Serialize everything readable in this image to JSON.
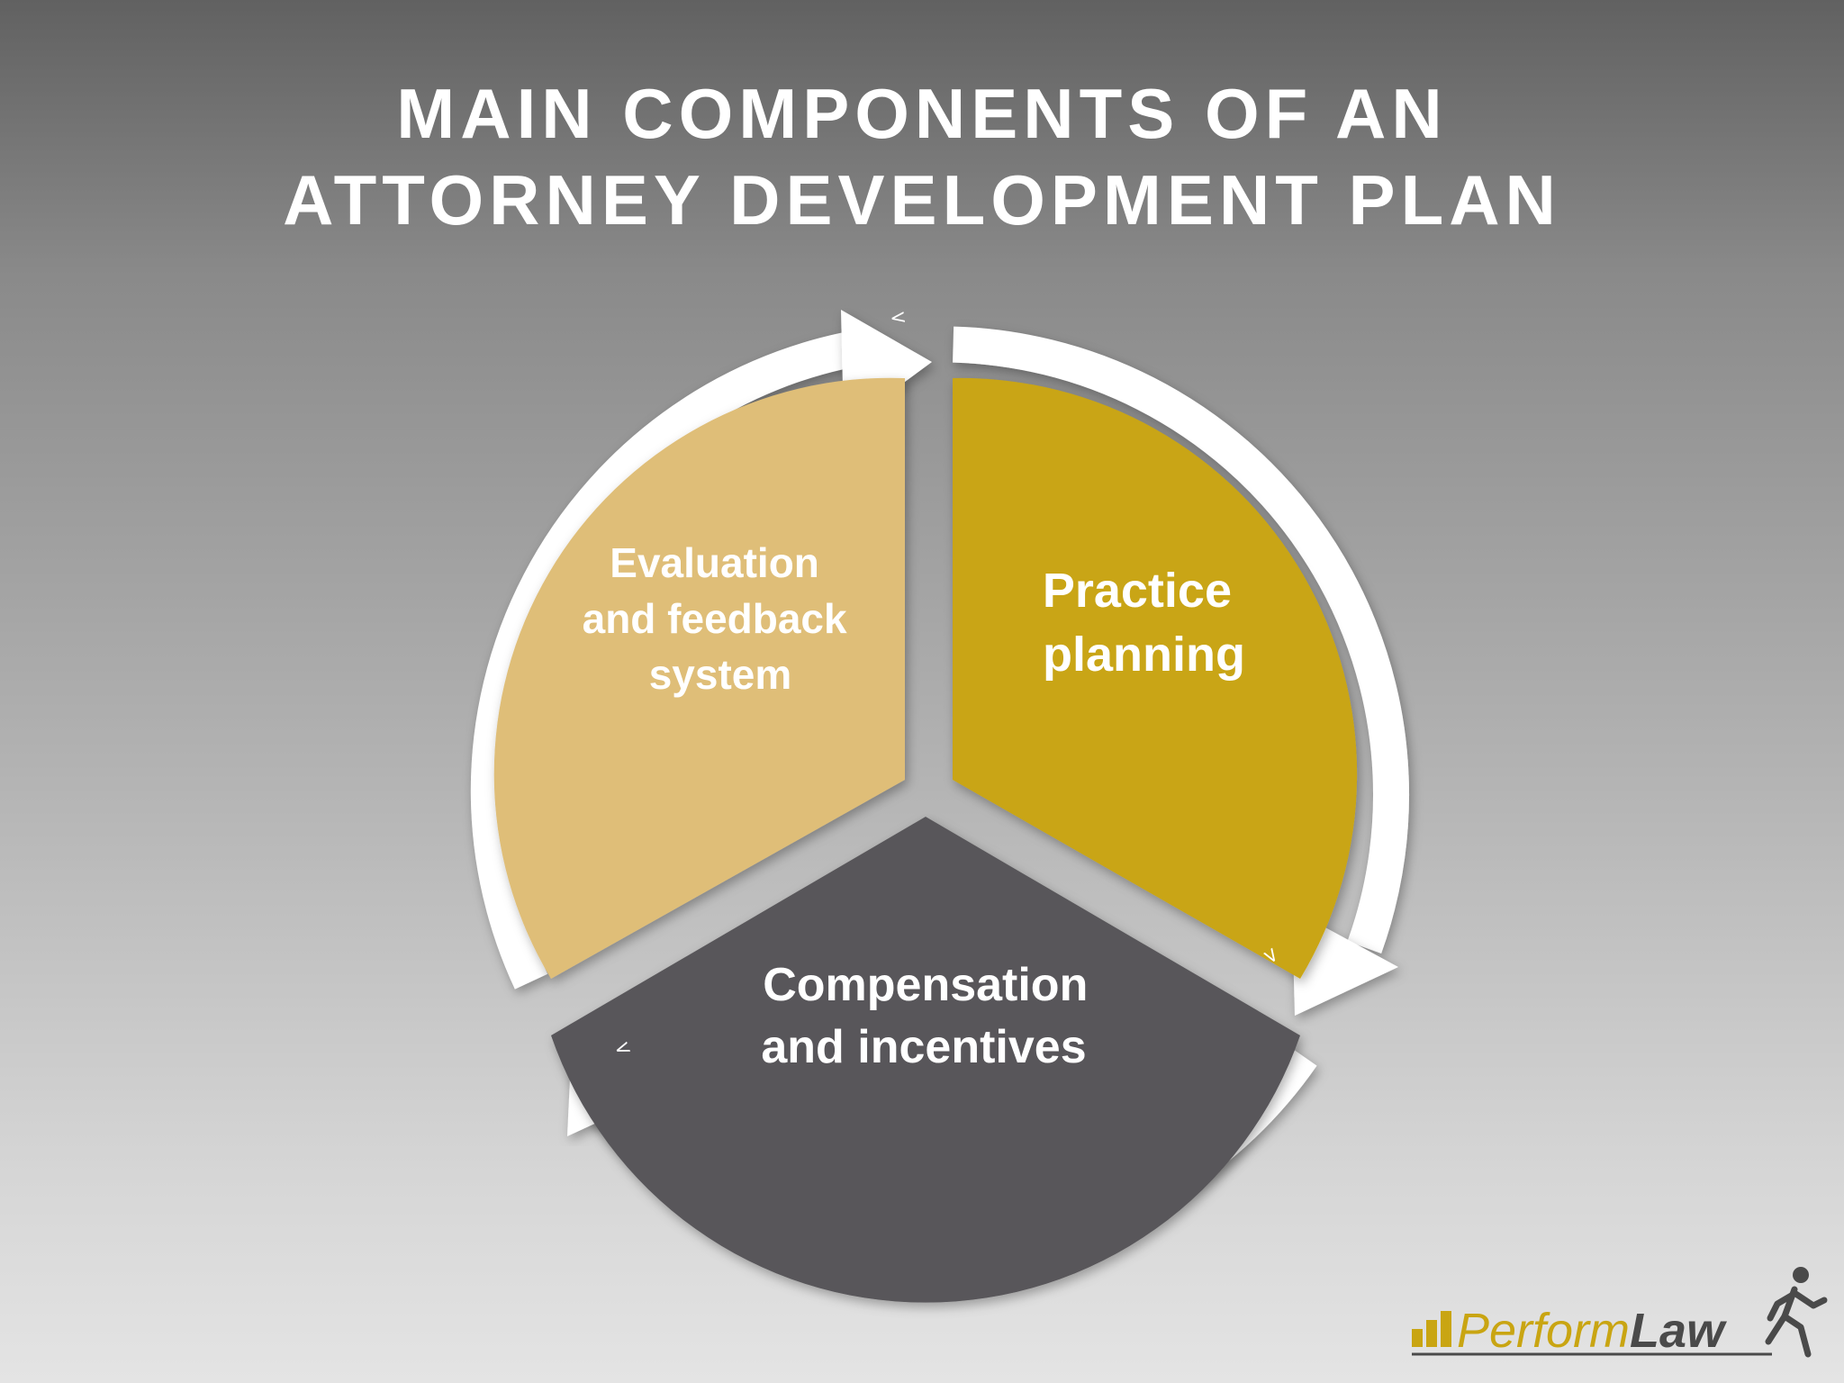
{
  "title": {
    "line1": "MAIN COMPONENTS OF AN",
    "line2": "ATTORNEY DEVELOPMENT PLAN"
  },
  "segments": [
    {
      "label_lines": [
        "Practice",
        "planning"
      ],
      "color": "#c9a512"
    },
    {
      "label_lines": [
        "Compensation",
        "and incentives"
      ],
      "color": "#59575a"
    },
    {
      "label_lines": [
        "Evaluation",
        "and feedback",
        "system"
      ],
      "color": "#dfbe78"
    }
  ],
  "arrow_glyphs": [
    "<",
    ">",
    "<"
  ],
  "logo": {
    "brand_primary": "Perform",
    "brand_secondary": "Law",
    "colors": {
      "primary": "#c9a512",
      "secondary": "#4a4a4a"
    }
  }
}
